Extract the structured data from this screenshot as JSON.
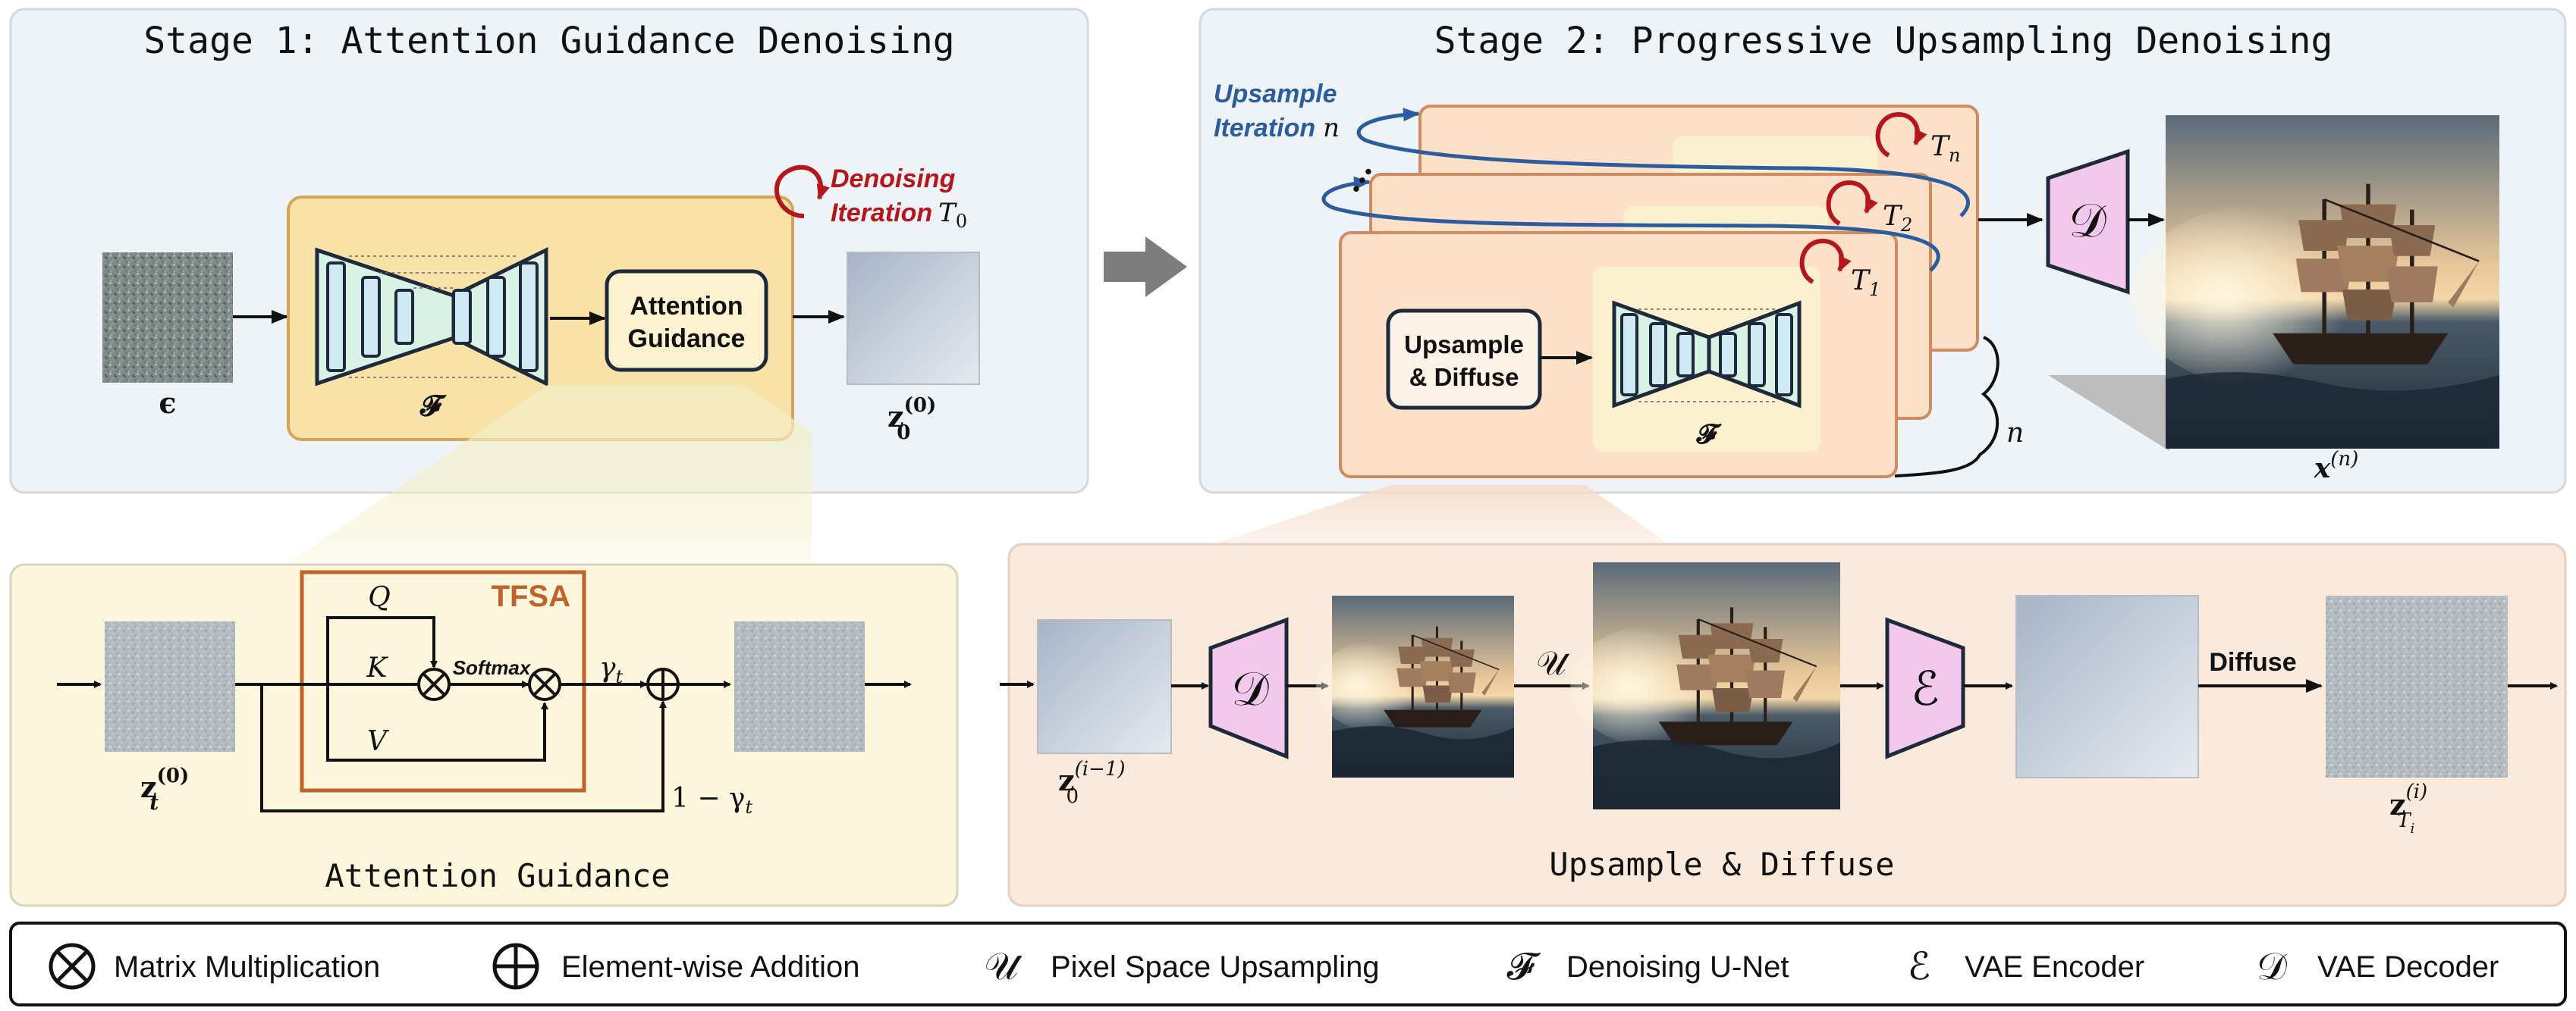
{
  "stage1": {
    "title": "Stage 1: Attention Guidance Denoising",
    "denoising_label_1": "Denoising",
    "denoising_label_2": "Iteration",
    "denoising_T": "T",
    "denoising_sub": "0",
    "unet_label": "𝓕",
    "noise_label": "ϵ",
    "attention_box_line1": "Attention",
    "attention_box_line2": "Guidance",
    "output_label": "z",
    "output_sup": "(0)",
    "output_sub": "0"
  },
  "stage2": {
    "title": "Stage 2: Progressive Upsampling Denoising",
    "upsample_iter_1": "Upsample",
    "upsample_iter_2": "Iteration",
    "upsample_iter_n": "n",
    "T_n_main": "T",
    "T_n_sub": "n",
    "T_2_main": "T",
    "T_2_sub": "2",
    "T_1_main": "T",
    "T_1_sub": "1",
    "upsample_box_line1": "Upsample",
    "upsample_box_line2": "& Diffuse",
    "unet_label": "𝓕",
    "brace_n": "n",
    "decoder_symbol": "𝒟",
    "output_label": "x",
    "output_sup": "(n)"
  },
  "attention_guidance": {
    "title": "Attention Guidance",
    "tfsa_label": "TFSA",
    "q": "Q",
    "k": "K",
    "v": "V",
    "softmax": "Softmax",
    "gamma": "γ",
    "gamma_sub": "t",
    "one_minus": "1 − γ",
    "one_minus_sub": "t",
    "input_label": "z",
    "input_sup": "(0)",
    "input_sub": "t"
  },
  "upsample_diffuse": {
    "title": "Upsample & Diffuse",
    "input_label": "z",
    "input_sup": "(i−1)",
    "input_sub": "0",
    "decoder_symbol": "𝒟",
    "upsample_symbol": "𝒰",
    "encoder_symbol": "ℰ",
    "diffuse_label": "Diffuse",
    "output_label": "z",
    "output_sup": "(i)",
    "output_sub": "T",
    "output_subsub": "i"
  },
  "legend": {
    "items": [
      {
        "icon": "⊗",
        "label": "Matrix Multiplication"
      },
      {
        "icon": "⊕",
        "label": "Element-wise Addition"
      },
      {
        "icon": "𝒰",
        "label": "Pixel Space Upsampling"
      },
      {
        "icon": "𝓕",
        "label": "Denoising U-Net"
      },
      {
        "icon": "ℰ",
        "label": "VAE Encoder"
      },
      {
        "icon": "𝒟",
        "label": "VAE Decoder"
      }
    ]
  },
  "colors": {
    "red": "#b4161b",
    "blue": "#2b5c9e",
    "orange": "#c0622a",
    "stage_bg": "#eef3f7",
    "yellow_panel": "#fbf6dc",
    "peach_panel": "#fbe9dc",
    "unet_fill": "#d9f2e6",
    "decoder_fill": "#f2c8ec"
  }
}
